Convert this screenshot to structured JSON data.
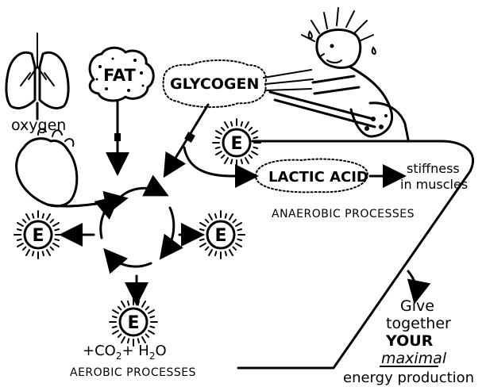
{
  "labels": {
    "oxygen": "oxygen",
    "fat": "FAT",
    "glycogen": "GLYCOGEN",
    "energy": "E",
    "lactic_acid": "LACTIC ACID",
    "stiffness_line1": "stiffness",
    "stiffness_line2": "in muscles",
    "anaerobic": "ANAEROBIC PROCESSES",
    "aerobic": "AEROBIC PROCESSES",
    "byproducts_co2": "+CO",
    "byproducts_sub2": "2",
    "byproducts_plus": "+ H",
    "byproducts_h2o_sub": "2",
    "byproducts_o": "O"
  },
  "slogan": {
    "line1": "Give",
    "line2": "together",
    "line3": "YOUR",
    "line4": "maximal",
    "line5": "energy production"
  },
  "icons": [
    "lungs-icon",
    "heart-icon",
    "rower-figure-icon",
    "energy-sun-icon"
  ]
}
